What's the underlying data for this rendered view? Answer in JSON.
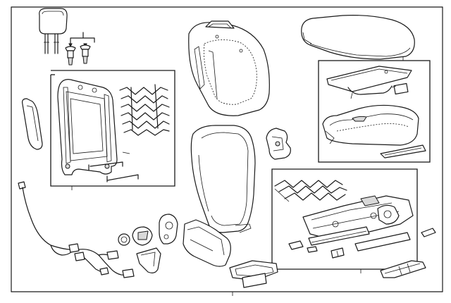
{
  "diagram": {
    "kind": "exploded-parts-diagram",
    "background": "#ffffff",
    "line_color": "#1a1a1a",
    "parts": [
      {
        "name": "headrest-part"
      },
      {
        "name": "headrest-guide-part"
      },
      {
        "name": "seatback-frame-group"
      },
      {
        "name": "seatback-spring-mat-part"
      },
      {
        "name": "seatback-side-trim-part"
      },
      {
        "name": "seatback-pad-part"
      },
      {
        "name": "seatback-cover-part"
      },
      {
        "name": "seat-cushion-cover-part"
      },
      {
        "name": "seat-cushion-pad-group"
      },
      {
        "name": "seat-adjuster-group"
      },
      {
        "name": "wiring-harness-part"
      },
      {
        "name": "recliner-handle-part"
      },
      {
        "name": "side-shield-part"
      },
      {
        "name": "storage-tray-part"
      }
    ]
  }
}
